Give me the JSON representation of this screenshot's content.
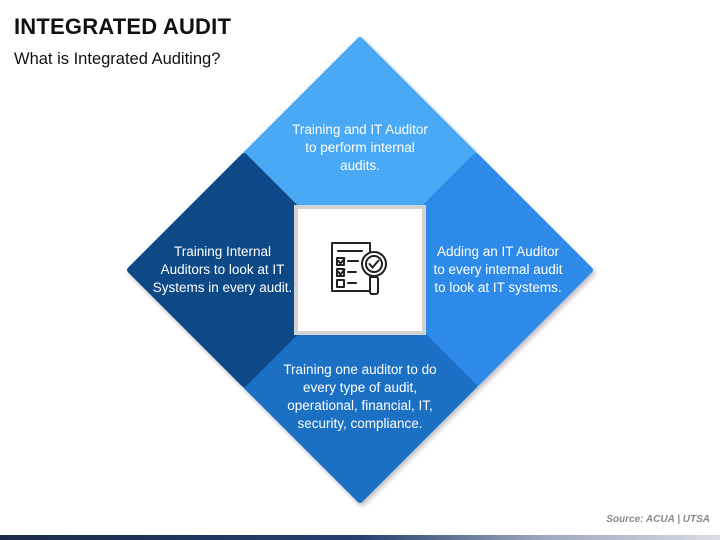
{
  "header": {
    "title": "INTEGRATED AUDIT",
    "subtitle": "What is Integrated Auditing?"
  },
  "diagram": {
    "segments": {
      "top": {
        "text": "Training and IT Auditor to perform internal audits.",
        "color": "#4aa9f5"
      },
      "right": {
        "text": "Adding an IT Auditor to every internal audit to look at IT systems.",
        "color": "#2f8ae8"
      },
      "bottom": {
        "text": "Training one auditor to do every type of audit, operational, financial, IT, security, compliance.",
        "color": "#1f6fc4"
      },
      "left": {
        "text": "Training Internal Auditors to look at IT Systems in every audit.",
        "color": "#0e4a87"
      }
    },
    "center_icon": "audit-checklist-magnifier-icon"
  },
  "footer": {
    "source": "Source: ACUA | UTSA"
  }
}
